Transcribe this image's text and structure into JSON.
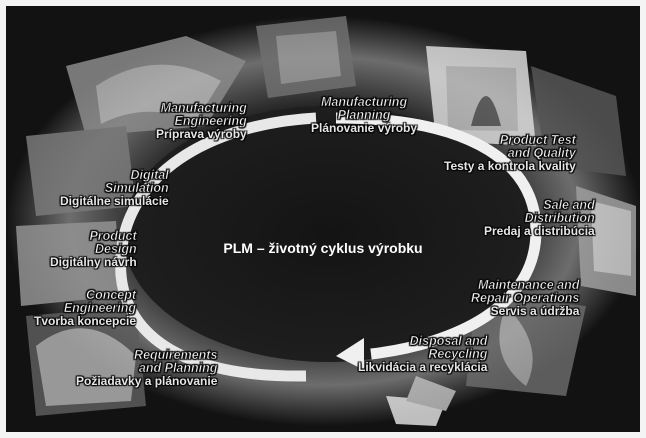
{
  "title": "PLM – životný cyklus výrobku",
  "stages": [
    {
      "id": "manufacturing-engineering",
      "en": "Manufacturing Engineering",
      "en_lines": [
        "Manufacturing",
        "Engineering"
      ],
      "sk": "Príprava výroby"
    },
    {
      "id": "manufacturing-planning",
      "en": "Manufacturing Planning",
      "en_lines": [
        "Manufacturing",
        "Planning"
      ],
      "sk": "Plánovanie výroby"
    },
    {
      "id": "product-test",
      "en": "Product Test and Quality",
      "en_lines": [
        "Product Test",
        "and Quality"
      ],
      "sk": "Testy a kontrola kvality"
    },
    {
      "id": "sale-distribution",
      "en": "Sale and Distribution",
      "en_lines": [
        "Sale and",
        "Distribution"
      ],
      "sk": "Predaj a distribúcia"
    },
    {
      "id": "maintenance",
      "en": "Maintenance and Repair Operations",
      "en_lines": [
        "Maintenance and",
        "Repair Operations"
      ],
      "sk": "Servis a údržba"
    },
    {
      "id": "disposal",
      "en": "Disposal and Recycling",
      "en_lines": [
        "Disposal and",
        "Recycling"
      ],
      "sk": "Likvidácia a recyklácia"
    },
    {
      "id": "requirements",
      "en": "Requirements and Planning",
      "en_lines": [
        "Requirements",
        "and Planning"
      ],
      "sk": "Požiadavky a plánovanie"
    },
    {
      "id": "concept-engineering",
      "en": "Concept Engineering",
      "en_lines": [
        "Concept",
        "Engineering"
      ],
      "sk": "Tvorba koncepcie"
    },
    {
      "id": "product-design",
      "en": "Product Design",
      "en_lines": [
        "Product",
        "Design"
      ],
      "sk": "Digitálny návrh"
    },
    {
      "id": "digital-simulation",
      "en": "Digital Simulation",
      "en_lines": [
        "Digital",
        "Simulation"
      ],
      "sk": "Digitálne simulácie"
    }
  ],
  "colors": {
    "background": "#121212",
    "arrow": "#f0f0f0",
    "text": "#f2f2f2"
  }
}
